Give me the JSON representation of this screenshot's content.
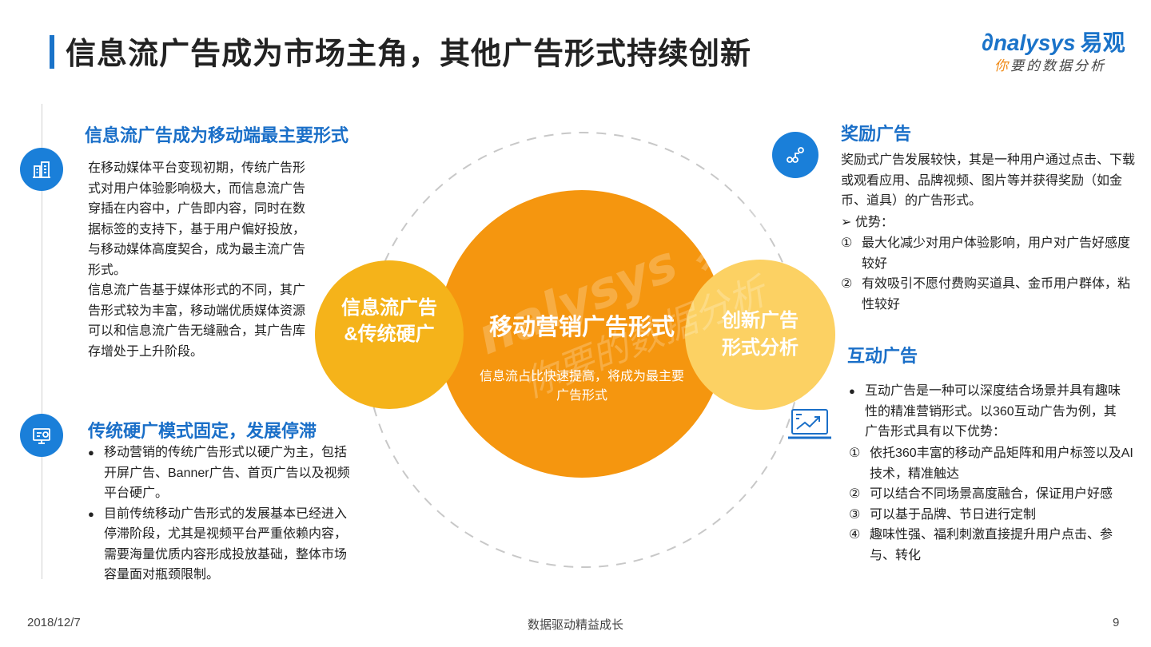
{
  "header": {
    "title": "信息流广告成为市场主角，其他广告形式持续创新"
  },
  "logo": {
    "brand_en": "nalysys",
    "brand_cn": "易观",
    "slogan_first": "你",
    "slogan_rest": "要的数据分析",
    "accent": "#1a73c9",
    "slogan_accent": "#f08a16"
  },
  "left": {
    "s1": {
      "icon": "building-chart-icon",
      "title": "信息流广告成为移动端最主要形式",
      "p1": "在移动媒体平台变现初期，传统广告形式对用户体验影响极大，而信息流广告穿插在内容中，广告即内容，同时在数据标签的支持下，基于用户偏好投放，与移动媒体高度契合，成为最主流广告形式。",
      "p2": "信息流广告基于媒体形式的不同，其广告形式较为丰富，移动端优质媒体资源可以和信息流广告无缝融合，其广告库存增处于上升阶段。"
    },
    "s2": {
      "icon": "presentation-screen-icon",
      "title": "传统硬广模式固定，发展停滞",
      "bullets": [
        "移动营销的传统广告形式以硬广为主，包括开屏广告、Banner广告、首页广告以及视频平台硬广。",
        "目前传统移动广告形式的发展基本已经进入停滞阶段，尤其是视频平台严重依赖内容，需要海量优质内容形成投放基础，整体市场容量面对瓶颈限制。"
      ]
    }
  },
  "center": {
    "left_circle": "信息流广告&传统硬广",
    "main_title": "移动营销广告形式",
    "main_sub": "信息流占比快速提高，将成为最主要广告形式",
    "right_circle": "创新广告形式分析",
    "colors": {
      "left": "#f5b31a",
      "main": "#f5960f",
      "right": "#fcd163"
    }
  },
  "right": {
    "s1": {
      "icon": "network-nodes-icon",
      "title": "奖励广告",
      "desc": "奖励式广告发展较快，其是一种用户通过点击、下载或观看应用、品牌视频、图片等并获得奖励（如金币、道具）的广告形式。",
      "adv_marker": "➢",
      "adv_label": "优势：",
      "items": [
        {
          "mk": "①",
          "text": "最大化减少对用户体验影响，用户对广告好感度较好"
        },
        {
          "mk": "②",
          "text": "有效吸引不愿付费购买道具、金币用户群体，粘性较好"
        }
      ]
    },
    "s2": {
      "icon": "laptop-trend-icon",
      "title": "互动广告",
      "bullet": "互动广告是一种可以深度结合场景并具有趣味性的精准营销形式。以360互动广告为例，其广告形式具有以下优势：",
      "items": [
        {
          "mk": "①",
          "text": "依托360丰富的移动产品矩阵和用户标签以及AI技术，精准触达"
        },
        {
          "mk": "②",
          "text": "可以结合不同场景高度融合，保证用户好感"
        },
        {
          "mk": "③",
          "text": "可以基于品牌、节日进行定制"
        },
        {
          "mk": "④",
          "text": "趣味性强、福利刺激直接提升用户点击、参与、转化"
        }
      ]
    }
  },
  "footer": {
    "date": "2018/12/7",
    "slogan": "数据驱动精益成长",
    "page": "9"
  }
}
